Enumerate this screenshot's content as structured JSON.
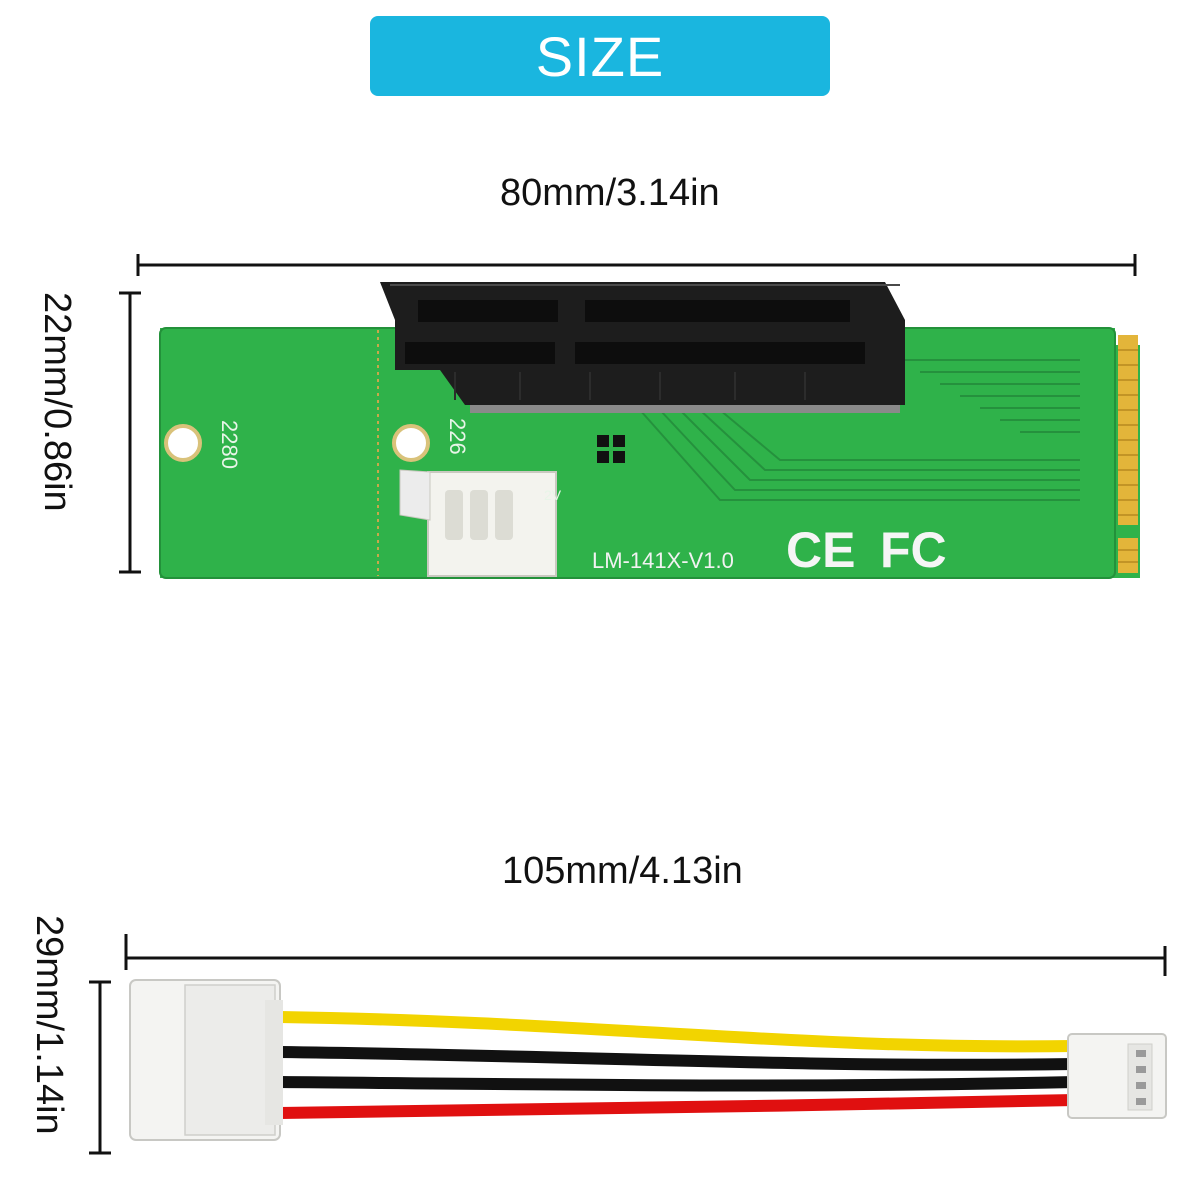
{
  "banner": {
    "label": "SIZE",
    "color": "#1ab6df"
  },
  "board": {
    "width_label": "80mm/3.14in",
    "height_label": "22mm/0.86in",
    "silk_2280": "2280",
    "silk_2260": "226",
    "silk_12v": "2V",
    "model": "LM-141X-V1.0",
    "cert_ce": "CE",
    "cert_fc": "FC"
  },
  "cable": {
    "width_label": "105mm/4.13in",
    "height_label": "29mm/1.14in",
    "wire_colors": [
      "#f2d400",
      "#111111",
      "#111111",
      "#e01010"
    ]
  }
}
